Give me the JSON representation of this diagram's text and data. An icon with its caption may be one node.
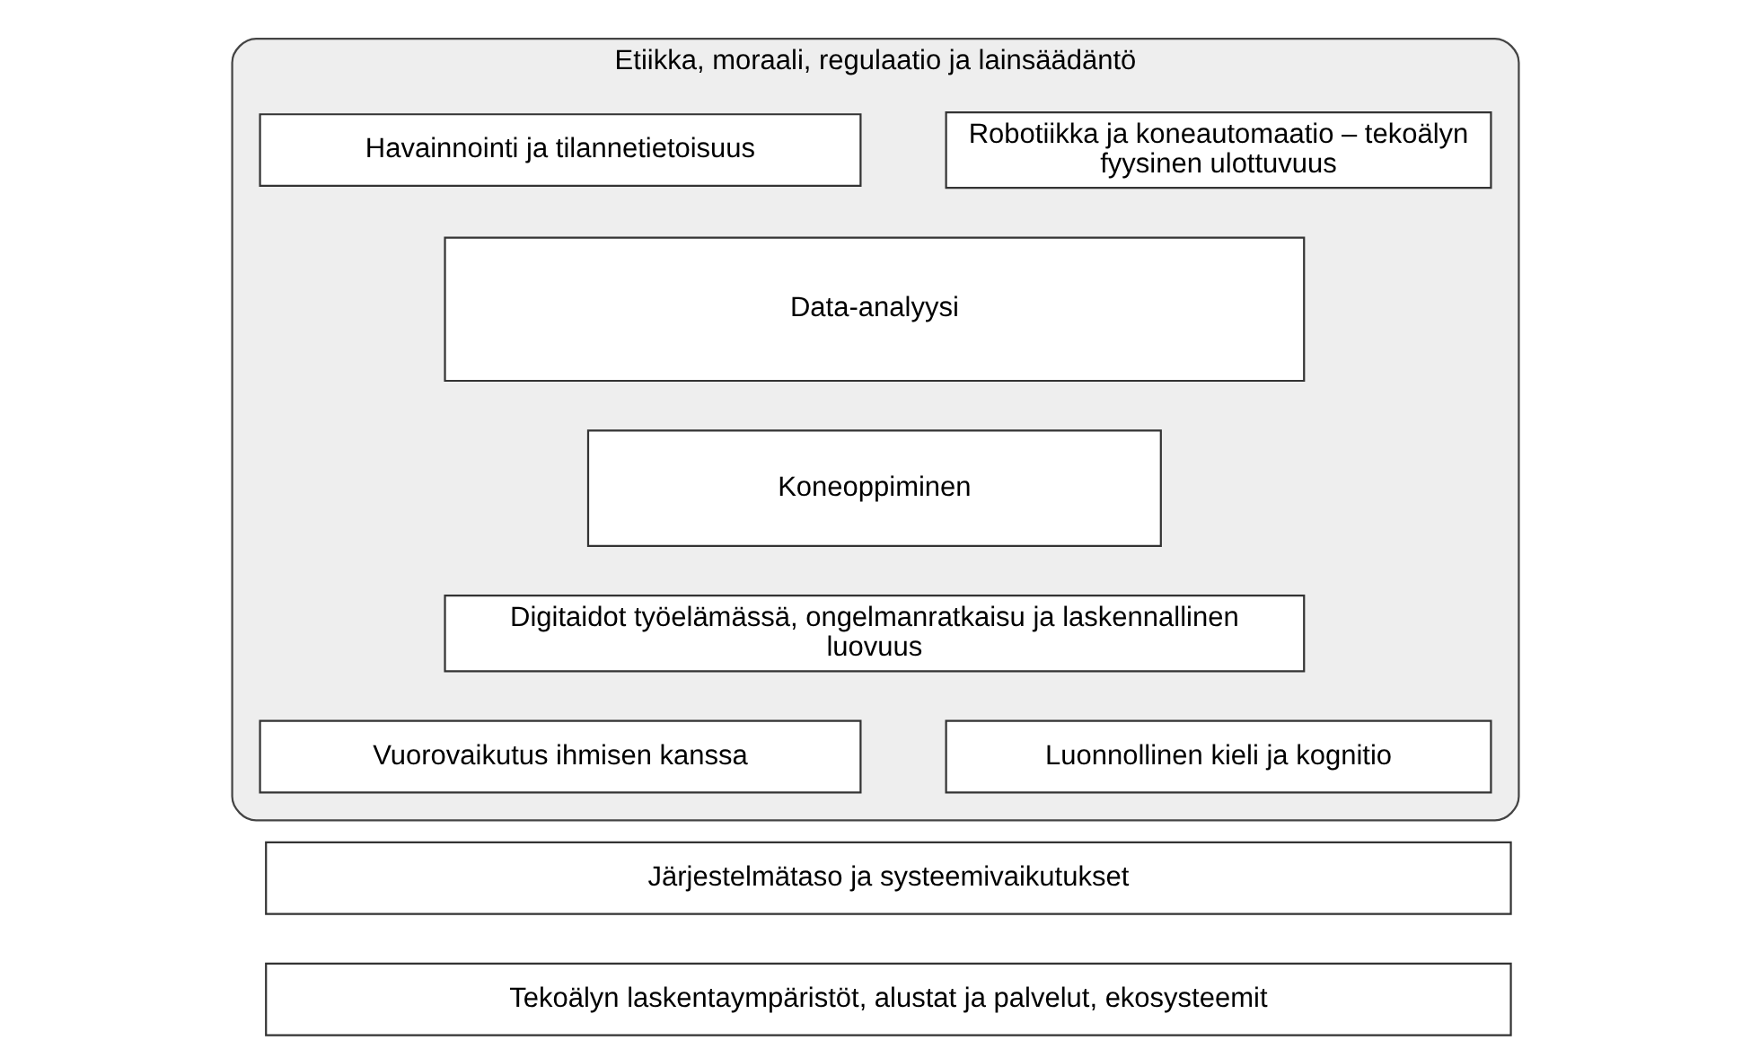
{
  "diagram": {
    "nodes": [
      {
        "text": [
          "Etiikka, moraali, regulaatio ja lainsäädäntö"
        ]
      },
      {
        "text": [
          "Havainnointi ja tilannetietoisuus"
        ],
        "in": 0
      },
      {
        "text": [
          "Robotiikka ja koneautomaatio – tekoälyn fyysinen ulottuvuus"
        ],
        "in": 0
      },
      {
        "text": [
          "Data-analyysi"
        ],
        "in": 0
      },
      {
        "text": [
          "Koneoppiminen"
        ],
        "in": 0
      },
      {
        "text": [
          "Digitaidot työelämässä, ongelmanratkaisu ja laskennallinen luovuus"
        ],
        "in": 0
      },
      {
        "text": [
          "Vuorovaikutus ihmisen kanssa"
        ],
        "in": 0
      },
      {
        "text": [
          "Luonnollinen kieli ja kognitio"
        ],
        "in": 0
      },
      {
        "text": [
          "Järjestelmätaso ja systeemivaikutukset"
        ]
      },
      {
        "text": [
          "Tekoälyn laskentaympäristöt, alustat ja palvelut, ekosysteemit"
        ]
      }
    ]
  }
}
